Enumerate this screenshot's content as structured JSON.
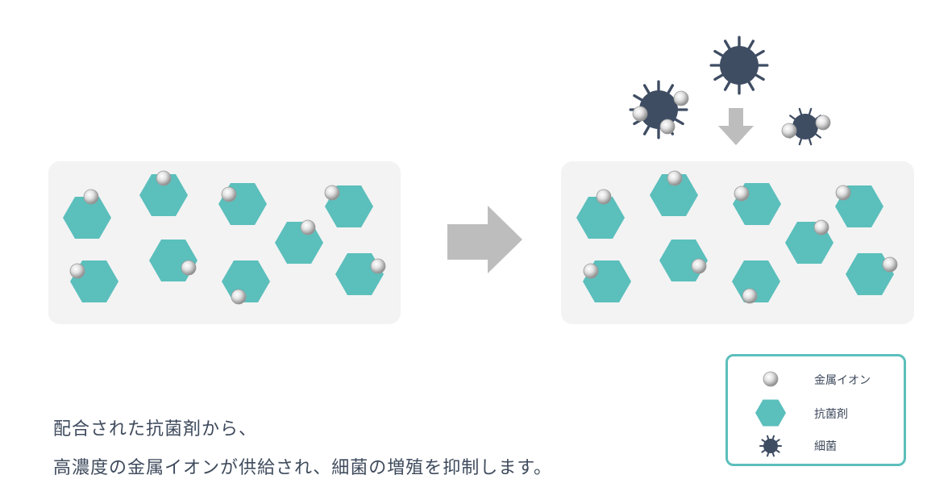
{
  "caption": {
    "line1": "配合された抗菌剤から、",
    "line2": "高濃度の金属イオンが供給され、細菌の増殖を抑制します。"
  },
  "legend": {
    "metal_ion": "金属イオン",
    "antibacterial_agent": "抗菌剤",
    "bacteria": "細菌"
  },
  "colors": {
    "panel": "#f3f3f3",
    "agent": "#5bbfbc",
    "bacteria": "#3f4d63",
    "arrow": "#bdbdbd",
    "legend_border": "#5bbfbc",
    "text": "#3e4a5c"
  },
  "icons": [
    "hexagon-icon",
    "metal-ion-icon",
    "bacteria-icon",
    "arrow-right-icon",
    "arrow-down-icon"
  ]
}
